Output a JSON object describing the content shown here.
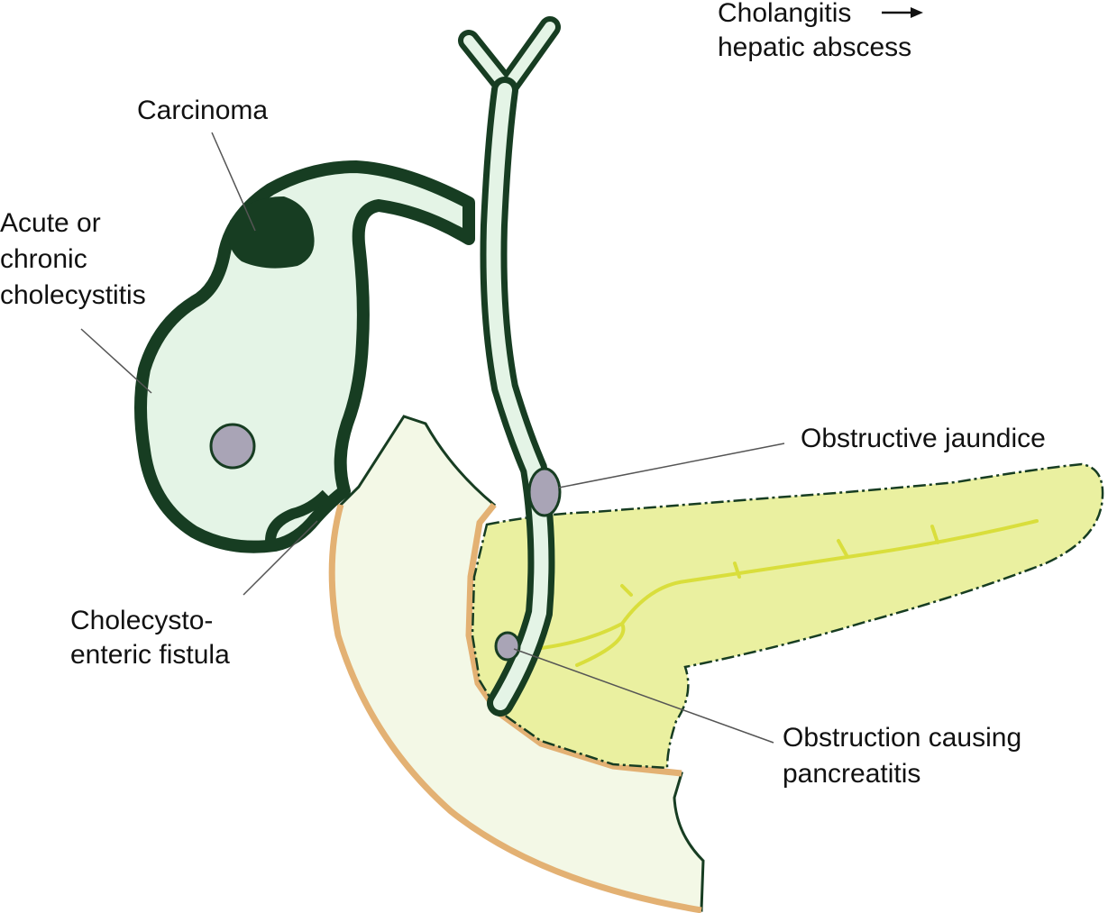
{
  "labels": {
    "cholangitis_line1": "Cholangitis",
    "cholangitis_line2": "hepatic abscess",
    "carcinoma": "Carcinoma",
    "cholecystitis_line1": "Acute or",
    "cholecystitis_line2": "chronic",
    "cholecystitis_line3": "cholecystitis",
    "obstructive_jaundice": "Obstructive jaundice",
    "fistula_line1": "Cholecysto-",
    "fistula_line2": "enteric fistula",
    "pancreatitis_line1": "Obstruction causing",
    "pancreatitis_line2": "pancreatitis"
  },
  "colors": {
    "outline": "#173d22",
    "bile_fill": "#e4f4e6",
    "duodenum_fill": "#f3f8e6",
    "duodenum_rim": "#e3b173",
    "pancreas_fill": "#eaf0a0",
    "pancreatic_duct": "#d9de3c",
    "stone_fill": "#a9a4b6",
    "leader_line": "#555555"
  }
}
